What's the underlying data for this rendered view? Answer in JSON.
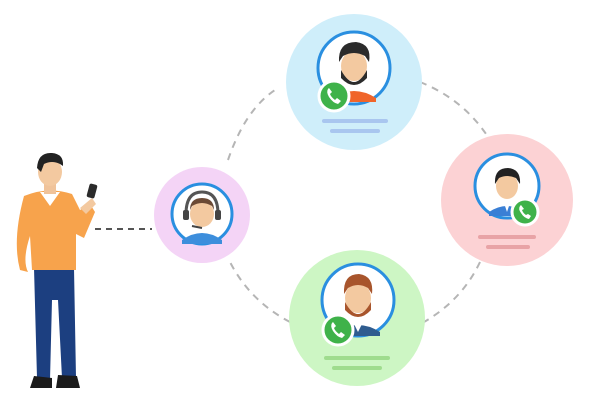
{
  "diagram": {
    "type": "call-routing",
    "caller": {
      "label": "",
      "icon": "phone-in-hand"
    },
    "hub": {
      "role": "support-agent",
      "icon": "headset-icon",
      "color": "#f4d4f6"
    },
    "contacts": [
      {
        "role": "bearded-man",
        "color": "#cfeefa",
        "line_color": "#a9c6ef",
        "call_icon": "phone-call-icon"
      },
      {
        "role": "young-man",
        "color": "#fcd2d4",
        "line_color": "#e8a3a6",
        "call_icon": "phone-call-icon"
      },
      {
        "role": "red-bearded-man",
        "color": "#cdf6c4",
        "line_color": "#9fdc8e",
        "call_icon": "phone-call-icon"
      }
    ],
    "call_badge_color": "#3fb24a",
    "ring_color": "#2a8fe0"
  }
}
